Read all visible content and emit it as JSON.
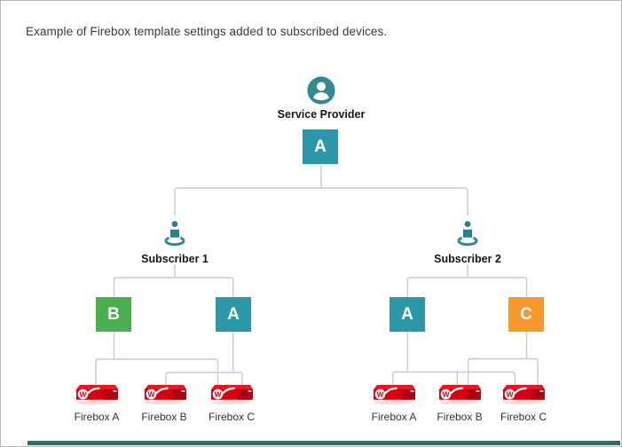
{
  "title": "Example of Firebox template settings added to subscribed devices.",
  "service_provider": {
    "label": "Service Provider",
    "template": {
      "letter": "A",
      "color": "#2B97A9"
    }
  },
  "subscribers": [
    {
      "label": "Subscriber 1",
      "templates": [
        {
          "letter": "B",
          "color": "#4BAE50"
        },
        {
          "letter": "A",
          "color": "#2B97A9"
        }
      ],
      "devices": [
        {
          "label": "Firebox A"
        },
        {
          "label": "Firebox B"
        },
        {
          "label": "Firebox C"
        }
      ]
    },
    {
      "label": "Subscriber 2",
      "templates": [
        {
          "letter": "A",
          "color": "#2B97A9"
        },
        {
          "letter": "C",
          "color": "#F8982D"
        }
      ],
      "devices": [
        {
          "label": "Firebox A"
        },
        {
          "label": "Firebox B"
        },
        {
          "label": "Firebox C"
        }
      ]
    }
  ],
  "firebox_logo_letter": "W",
  "colors": {
    "icon_teal": "#338896",
    "box_teal": "#2B97A9",
    "box_green": "#4BAE50",
    "box_orange": "#F8982D",
    "firebox_red": "#D6000F",
    "connector_gray": "#CBCBCB",
    "bottom_bar": "#2E6B6E"
  }
}
